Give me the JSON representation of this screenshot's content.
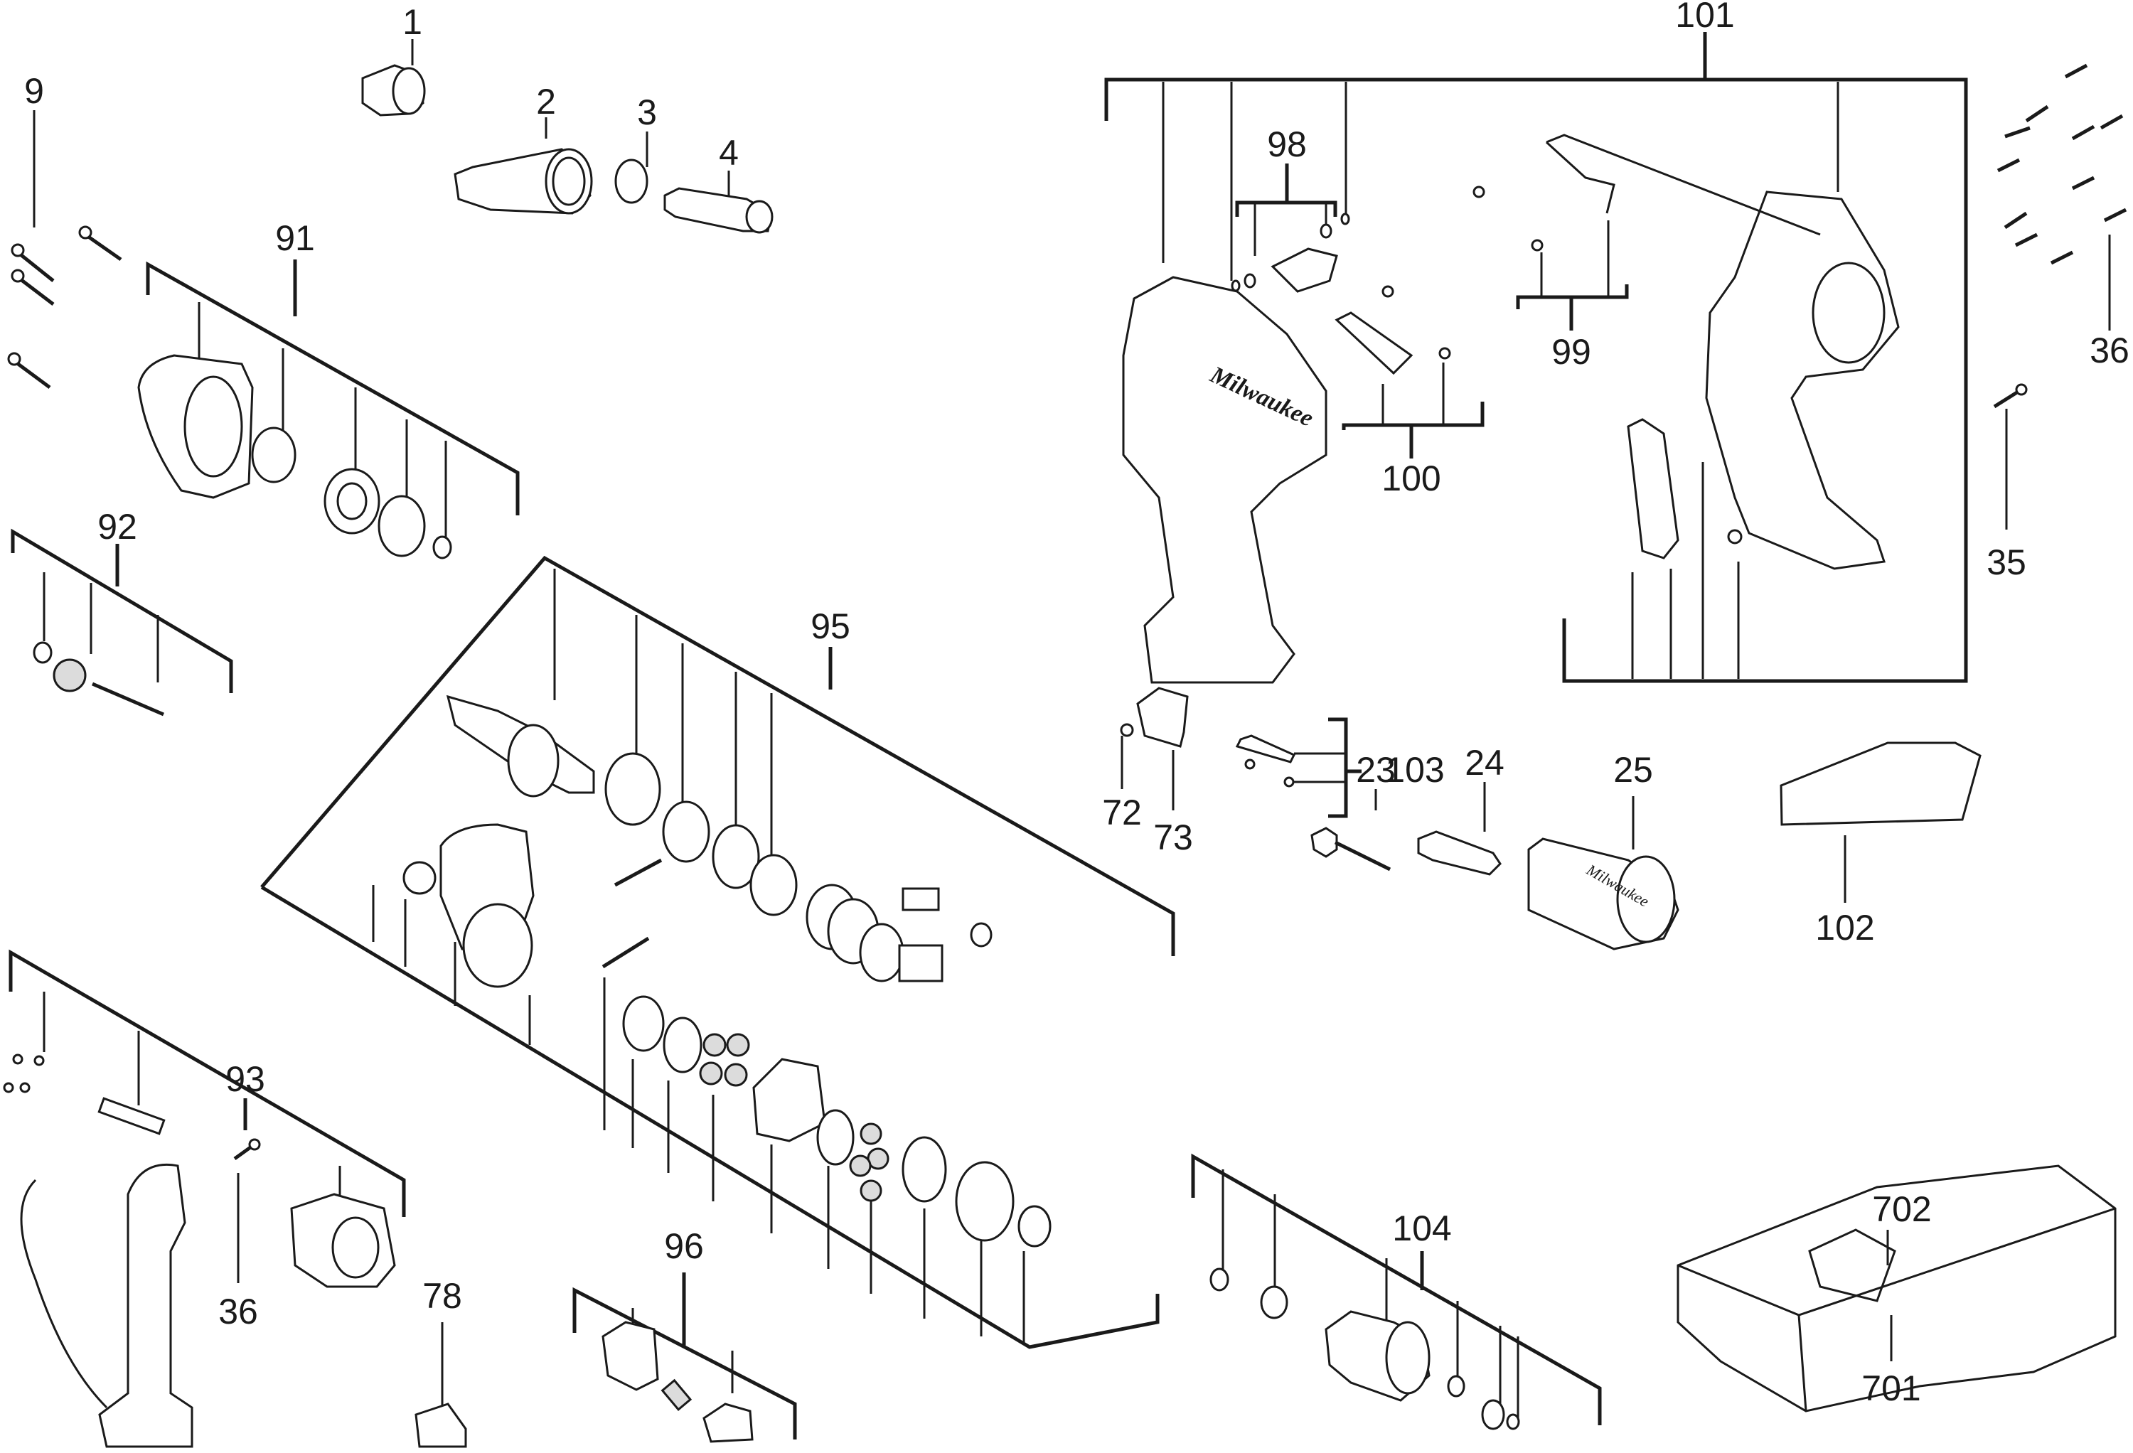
{
  "diagram": {
    "title": "Exploded parts diagram",
    "brand_on_parts": "Milwaukee",
    "labels": {
      "p1": "1",
      "p2": "2",
      "p3": "3",
      "p4": "4",
      "p9": "9",
      "p91": "91",
      "p92": "92",
      "p93": "93",
      "p95": "95",
      "p96": "96",
      "p78": "78",
      "p36a": "36",
      "p98": "98",
      "p99": "99",
      "p100": "100",
      "p101": "101",
      "p36b": "36",
      "p35": "35",
      "p72": "72",
      "p73": "73",
      "p103": "103",
      "p102": "102",
      "p23": "23",
      "p24": "24",
      "p25": "25",
      "p104": "104",
      "p702": "702",
      "p701": "701"
    }
  }
}
